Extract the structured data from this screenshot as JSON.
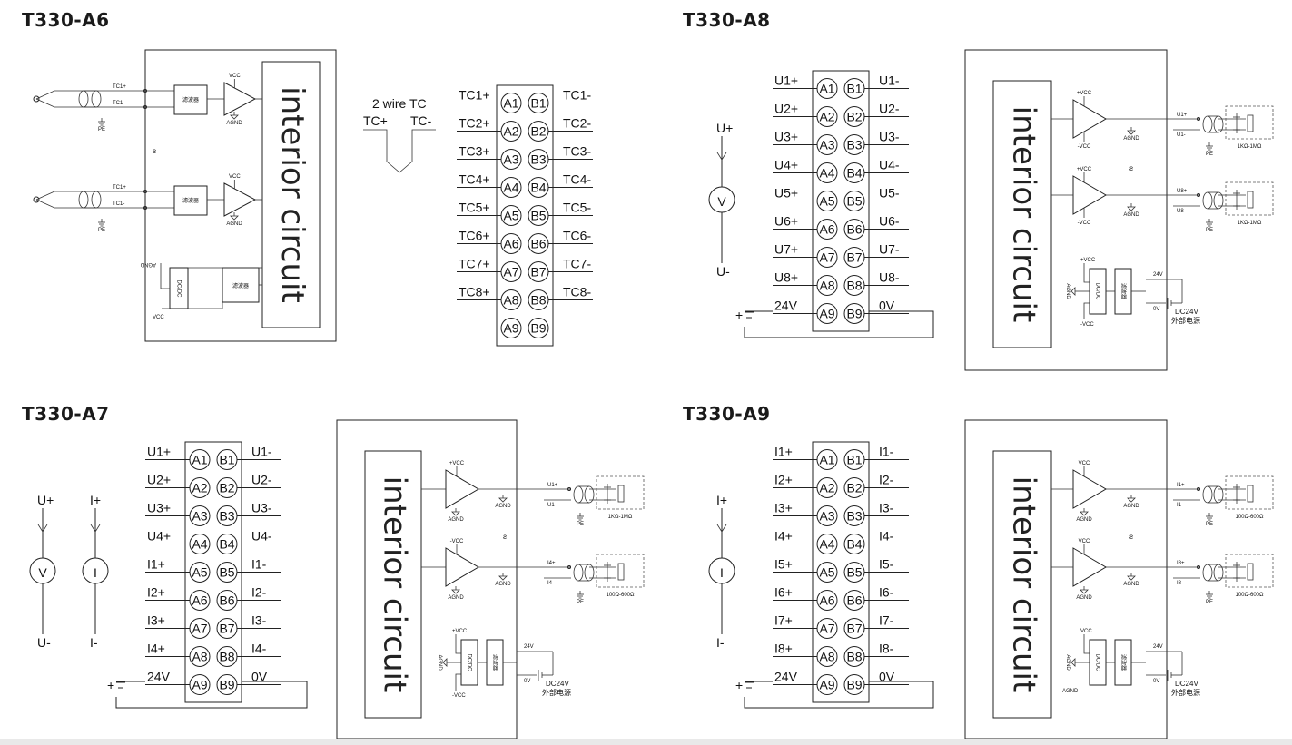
{
  "modules": {
    "a6": {
      "title": "T330-A6"
    },
    "a8": {
      "title": "T330-A8"
    },
    "a7": {
      "title": "T330-A7"
    },
    "a9": {
      "title": "T330-A9"
    }
  },
  "labels": {
    "interior_circuit": "interior circuit",
    "filter": "滤波器",
    "dcdc": "DC/DC",
    "vcc": "VCC",
    "plus_vcc": "+VCC",
    "minus_vcc": "-VCC",
    "agnd": "AGND",
    "pe": "PE",
    "tilde": "ƨ",
    "two_wire_tc": "2 wire TC",
    "tc_plus": "TC+",
    "tc_minus": "TC-",
    "v_symbol": "V",
    "i_symbol": "I",
    "u_plus": "U+",
    "u_minus": "U-",
    "i_plus": "I+",
    "i_minus": "I-",
    "v24": "24V",
    "v0": "0V",
    "dc24v": "DC24V",
    "ext_power": "外部电源",
    "plus": "+",
    "r_1k_1m": "1KΩ-1MΩ",
    "r_100_600": "100Ω-600Ω"
  },
  "a6": {
    "input_labels": [
      "TC1+",
      "TC1-"
    ],
    "left_pins": [
      "TC1+",
      "TC2+",
      "TC3+",
      "TC4+",
      "TC5+",
      "TC6+",
      "TC7+",
      "TC8+",
      ""
    ],
    "right_pins": [
      "TC1-",
      "TC2-",
      "TC3-",
      "TC4-",
      "TC5-",
      "TC6-",
      "TC7-",
      "TC8-",
      ""
    ]
  },
  "a8": {
    "left_pins": [
      "U1+",
      "U2+",
      "U3+",
      "U4+",
      "U5+",
      "U6+",
      "U7+",
      "U8+",
      "24V"
    ],
    "right_pins": [
      "U1-",
      "U2-",
      "U3-",
      "U4-",
      "U5-",
      "U6-",
      "U7-",
      "U8-",
      "0V"
    ],
    "ch_top": [
      "U1+",
      "U1-"
    ],
    "ch_bot": [
      "U8+",
      "U8-"
    ]
  },
  "a7": {
    "left_pins": [
      "U1+",
      "U2+",
      "U3+",
      "U4+",
      "I1+",
      "I2+",
      "I3+",
      "I4+",
      "24V"
    ],
    "right_pins": [
      "U1-",
      "U2-",
      "U3-",
      "U4-",
      "I1-",
      "I2-",
      "I3-",
      "I4-",
      "0V"
    ],
    "ch_top": [
      "U1+",
      "U1-"
    ],
    "ch_bot": [
      "I4+",
      "I4-"
    ]
  },
  "a9": {
    "left_pins": [
      "I1+",
      "I2+",
      "I3+",
      "I4+",
      "I5+",
      "I6+",
      "I7+",
      "I8+",
      "24V"
    ],
    "right_pins": [
      "I1-",
      "I2-",
      "I3-",
      "I4-",
      "I5-",
      "I6-",
      "I7-",
      "I8-",
      "0V"
    ],
    "ch_top": [
      "I1+",
      "I1-"
    ],
    "ch_bot": [
      "I8+",
      "I8-"
    ]
  },
  "terminals": {
    "a": [
      "A1",
      "A2",
      "A3",
      "A4",
      "A5",
      "A6",
      "A7",
      "A8",
      "A9"
    ],
    "b": [
      "B1",
      "B2",
      "B3",
      "B4",
      "B5",
      "B6",
      "B7",
      "B8",
      "B9"
    ]
  }
}
